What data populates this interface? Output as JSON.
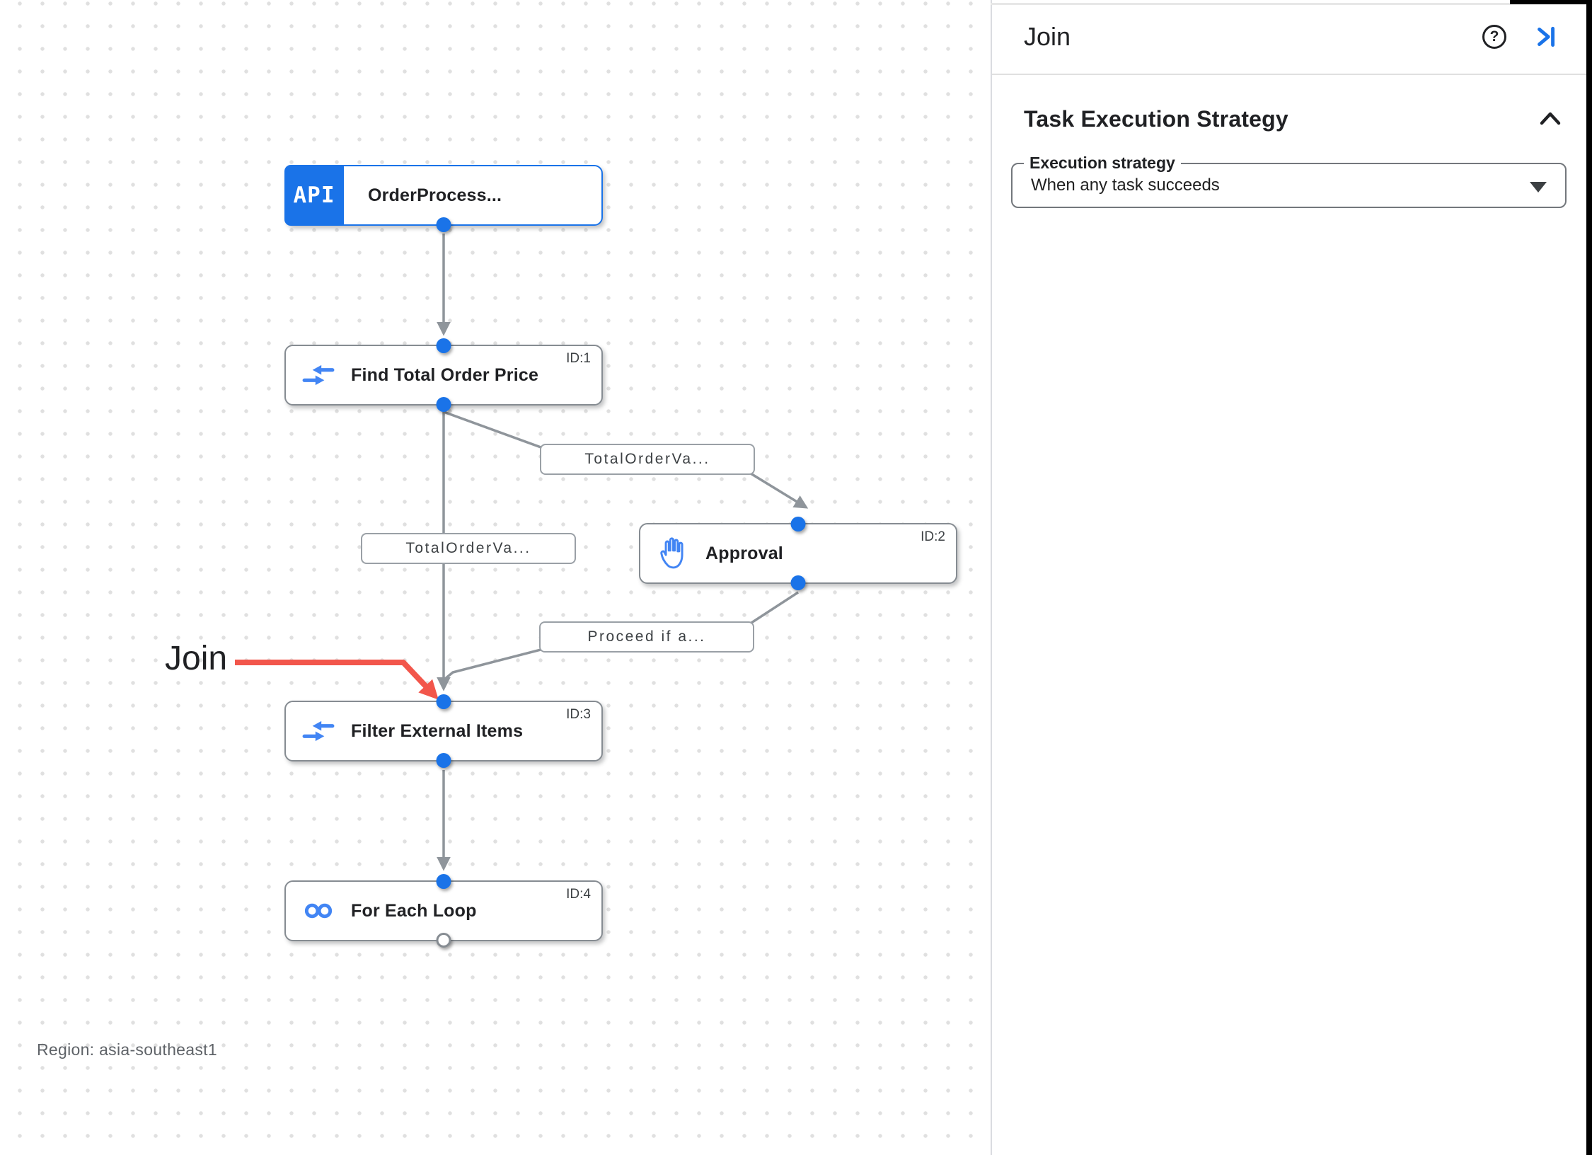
{
  "canvas": {
    "nodes": [
      {
        "badge": "API",
        "title": "OrderProcess...",
        "id_label": ""
      },
      {
        "title": "Find Total Order Price",
        "id_label": "ID:1"
      },
      {
        "title": "Approval",
        "id_label": "ID:2"
      },
      {
        "title": "Filter External Items",
        "id_label": "ID:3"
      },
      {
        "title": "For Each Loop",
        "id_label": "ID:4"
      }
    ],
    "edge_labels": [
      {
        "text": "TotalOrderVa..."
      },
      {
        "text": "TotalOrderVa..."
      },
      {
        "text": "Proceed if a..."
      }
    ],
    "annotation": {
      "label": "Join"
    },
    "region_label": "Region: asia-southeast1"
  },
  "panel": {
    "title": "Join",
    "help_glyph": "?",
    "section_title": "Task Execution Strategy",
    "field": {
      "label": "Execution strategy",
      "value": "When any task succeeds"
    }
  },
  "colors": {
    "accent_blue": "#1a73e8",
    "icon_blue": "#4285f4",
    "edge_gray": "#8f959b",
    "annotation_red": "#f2564b"
  }
}
